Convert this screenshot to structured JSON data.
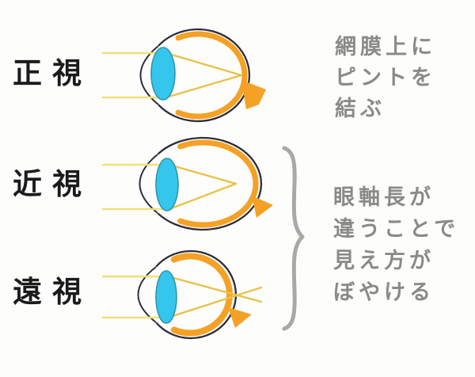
{
  "colors": {
    "background": "#fdfdfc",
    "label_text": "#1b1b1b",
    "annotation_text": "#8a8a88",
    "brace": "#a8a8a8",
    "eye_outline": "#2d2d3b",
    "retina_orange": "#f4a125",
    "lens_cyan": "#35c6ee",
    "lens_edge": "#2e96ad",
    "ray_yellow": "#f1e07a",
    "ray_focus_yellow": "#e8c34a"
  },
  "rows": [
    {
      "label": "正視"
    },
    {
      "label": "近視"
    },
    {
      "label": "遠視"
    }
  ],
  "annotations": {
    "focus": {
      "lines": [
        "網膜上に",
        "ピントを",
        "結ぶ"
      ]
    },
    "blur": {
      "lines": [
        "眼軸長が",
        "違うことで",
        "見え方が",
        "ぼやける"
      ]
    }
  }
}
